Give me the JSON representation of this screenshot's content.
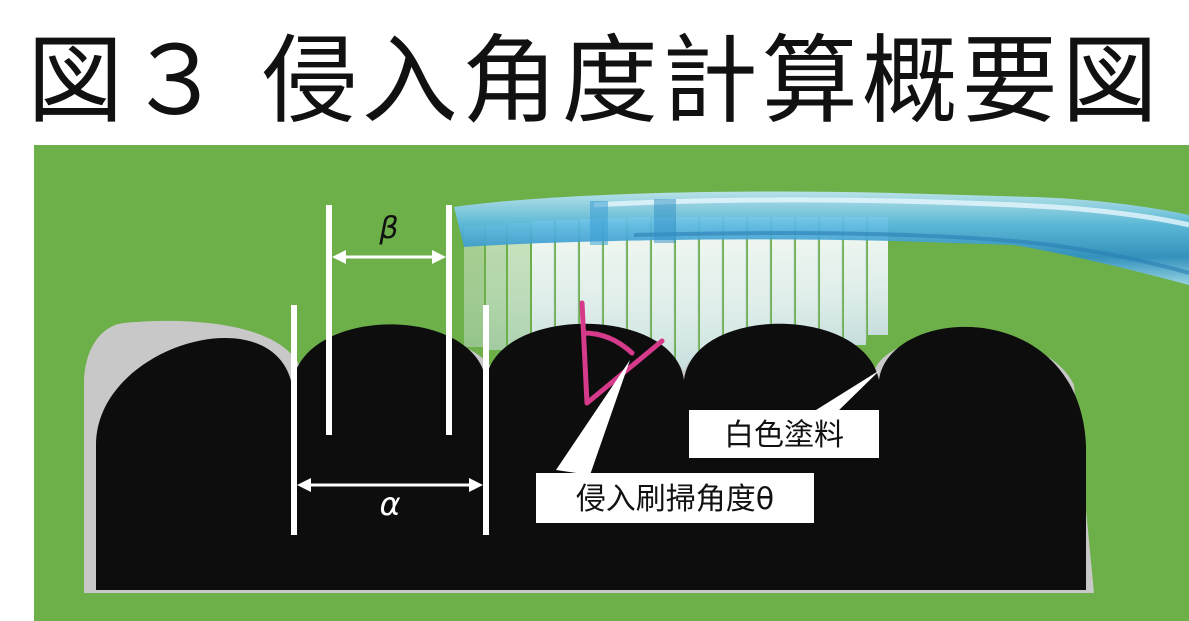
{
  "title": "図３ 侵入角度計算概要図",
  "labels": {
    "beta": "β",
    "alpha": "α",
    "white_paint": "白色塗料",
    "angle": "侵入刷掃角度θ"
  },
  "colors": {
    "background_green": "#6daf49",
    "teeth_black": "#0d0d0d",
    "paint_gray": "#c8c8c8",
    "angle_magenta": "#d63a8a",
    "brush_blue": "#58b6de",
    "bristle_white": "#eef5f8",
    "guide_white": "#ffffff"
  },
  "icons": [
    "toothbrush-icon"
  ]
}
